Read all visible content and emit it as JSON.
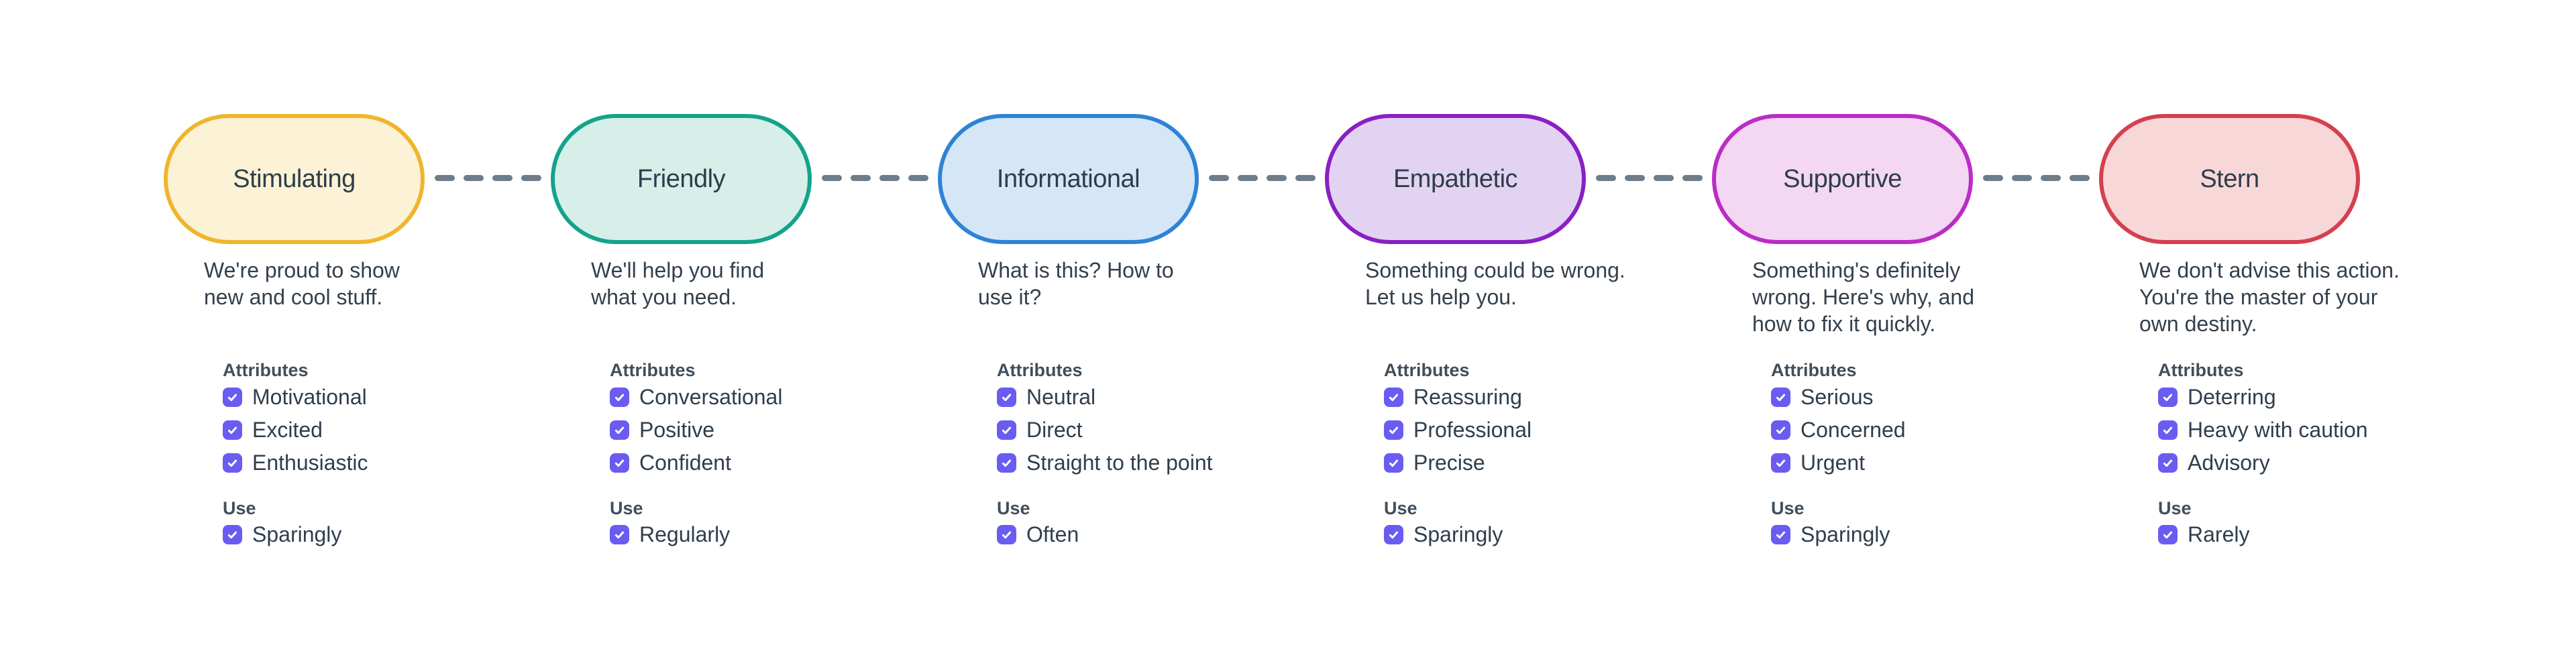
{
  "colors": {
    "background": "#ffffff",
    "text": "#33404d",
    "heading": "#414f5c",
    "pill_title": "#2e3d4b",
    "checkbox": "#6a5cf0",
    "checkmark": "#ffffff",
    "connector_dash": "#6f7c89"
  },
  "labels": {
    "attributes": "Attributes",
    "use": "Use"
  },
  "icons": {
    "checkbox": "check-icon"
  },
  "nodes": [
    {
      "title": "Stimulating",
      "fill": "#fcf2d5",
      "border": "#f0b52e",
      "description_lines": [
        "We're proud to show",
        "new and cool stuff."
      ],
      "attributes": [
        {
          "label": "Motivational",
          "checked": true
        },
        {
          "label": "Excited",
          "checked": true
        },
        {
          "label": "Enthusiastic",
          "checked": true
        }
      ],
      "use": {
        "label": "Sparingly",
        "checked": true
      }
    },
    {
      "title": "Friendly",
      "fill": "#d6efe9",
      "border": "#14a38a",
      "description_lines": [
        "We'll help you find",
        "what you need."
      ],
      "attributes": [
        {
          "label": "Conversational",
          "checked": true
        },
        {
          "label": "Positive",
          "checked": true
        },
        {
          "label": "Confident",
          "checked": true
        }
      ],
      "use": {
        "label": "Regularly",
        "checked": true
      }
    },
    {
      "title": "Informational",
      "fill": "#d5e6f7",
      "border": "#2f83d6",
      "description_lines": [
        "What is this? How to",
        "use it?"
      ],
      "attributes": [
        {
          "label": "Neutral",
          "checked": true
        },
        {
          "label": "Direct",
          "checked": true
        },
        {
          "label": "Straight to the point",
          "checked": true
        }
      ],
      "use": {
        "label": "Often",
        "checked": true
      }
    },
    {
      "title": "Empathetic",
      "fill": "#e3d3f2",
      "border": "#8a1fc2",
      "description_lines": [
        "Something could be wrong.",
        "Let us help you."
      ],
      "attributes": [
        {
          "label": "Reassuring",
          "checked": true
        },
        {
          "label": "Professional",
          "checked": true
        },
        {
          "label": "Precise",
          "checked": true
        }
      ],
      "use": {
        "label": "Sparingly",
        "checked": true
      }
    },
    {
      "title": "Supportive",
      "fill": "#f3d7f3",
      "border": "#bb2cc6",
      "description_lines": [
        "Something's definitely",
        "wrong. Here's why, and",
        "how to fix it quickly."
      ],
      "attributes": [
        {
          "label": "Serious",
          "checked": true
        },
        {
          "label": "Concerned",
          "checked": true
        },
        {
          "label": "Urgent",
          "checked": true
        }
      ],
      "use": {
        "label": "Sparingly",
        "checked": true
      }
    },
    {
      "title": "Stern",
      "fill": "#f8d7d8",
      "border": "#d4404f",
      "description_lines": [
        "We don't advise this action.",
        "You're the master of your",
        "own destiny."
      ],
      "attributes": [
        {
          "label": "Deterring",
          "checked": true
        },
        {
          "label": "Heavy with caution",
          "checked": true
        },
        {
          "label": "Advisory",
          "checked": true
        }
      ],
      "use": {
        "label": "Rarely",
        "checked": true
      }
    }
  ]
}
